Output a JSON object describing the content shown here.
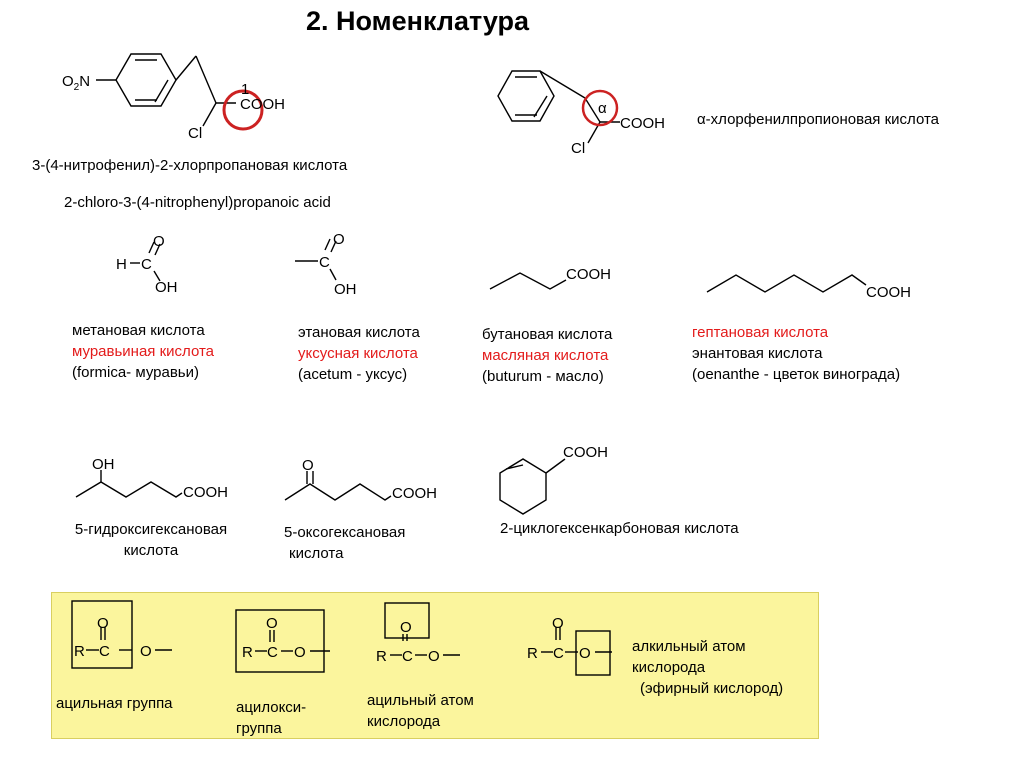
{
  "title": "2. Номенклатура",
  "atoms": {
    "o2n": "O2N",
    "cooh": "COOH",
    "cl": "Cl",
    "o": "O",
    "oh": "OH",
    "h": "H",
    "c": "C",
    "r": "R",
    "num1": "1",
    "alpha": "α"
  },
  "names": {
    "nitrophenyl_ru": "3-(4-нитрофенил)-2-хлорпропановая кислота",
    "nitrophenyl_en": "2-chloro-3-(4-nitrophenyl)propanoic acid",
    "alpha_name": "α-хлорфенилпропионовая кислота",
    "methanoic": [
      "метановая кислота",
      "муравьиная кислота",
      "(formica- муравьи)"
    ],
    "ethanoic": [
      "этановая кислота",
      "уксусная кислота",
      "(acetum - уксус)"
    ],
    "butanoic": [
      "бутановая кислота",
      "масляная кислота",
      "(buturum - масло)"
    ],
    "heptanoic": [
      "гептановая кислота",
      "энантовая кислота",
      "(oenanthe - цветок винограда)"
    ],
    "hydroxy": [
      "5-гидроксигексановая",
      "кислота"
    ],
    "oxo": [
      "5-оксогексановая",
      "кислота"
    ],
    "cyclohexene": "2-циклогексенкарбоновая кислота"
  },
  "groups": {
    "acyl": "ацильная группа",
    "acyloxy": [
      "ацилокси-",
      "группа"
    ],
    "acyl_oxygen": [
      "ацильный атом",
      "кислорода"
    ],
    "alkyl_oxygen": [
      "алкильный атом",
      "кислорода",
      "(эфирный кислород)"
    ]
  },
  "colors": {
    "highlight_circle": "#cc2222",
    "common_name": "#e31b1b",
    "panel_bg": "#fbf59d"
  }
}
